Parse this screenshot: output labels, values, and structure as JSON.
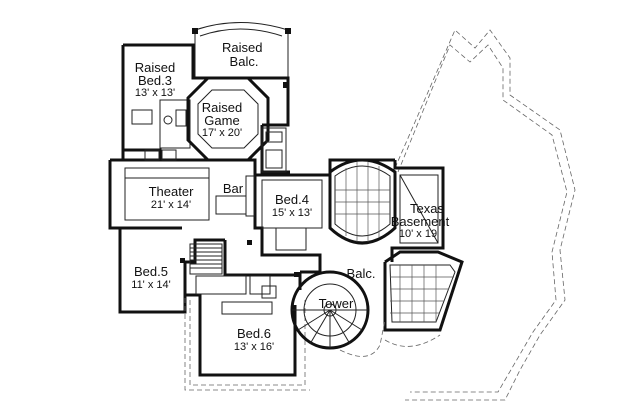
{
  "rooms": {
    "raised_balc": {
      "name": "Raised Balc."
    },
    "raised_bed3": {
      "name_line1": "Raised",
      "name_line2": "Bed.3",
      "dims": "13' x 13'"
    },
    "raised_game": {
      "name_line1": "Raised",
      "name_line2": "Game",
      "dims": "17' x 20'"
    },
    "theater": {
      "name": "Theater",
      "dims": "21' x 14'"
    },
    "bar": {
      "name": "Bar"
    },
    "bed4": {
      "name": "Bed.4",
      "dims": "15' x 13'"
    },
    "texas_basement": {
      "name_line1": "Texas",
      "name_line2": "Basement",
      "dims": "10' x 19"
    },
    "bed5": {
      "name": "Bed.5",
      "dims": "11' x 14'"
    },
    "balc": {
      "name": "Balc."
    },
    "tower": {
      "name": "Tower"
    },
    "bed6": {
      "name": "Bed.6",
      "dims": "13' x 16'"
    }
  }
}
